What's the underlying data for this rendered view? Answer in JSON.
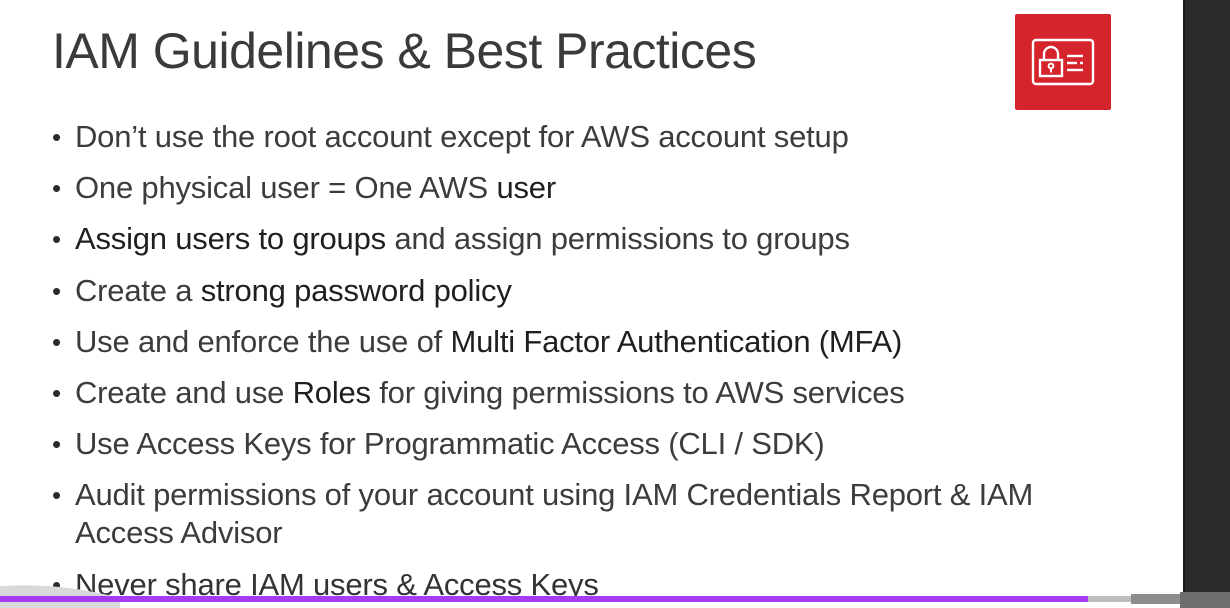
{
  "slide": {
    "title": "IAM Guidelines & Best Practices",
    "logo": {
      "icon": "iam-credentials-icon",
      "color": "#d6242d"
    },
    "bullet_glyph": "•",
    "bullets": [
      {
        "parts": [
          "Don’t use the root account except for AWS account setup"
        ]
      },
      {
        "parts": [
          "One physical user = One AWS ",
          "user"
        ]
      },
      {
        "parts": [
          "Assign users to groups",
          " and assign permissions to groups"
        ]
      },
      {
        "parts": [
          "Create a ",
          "strong password policy"
        ]
      },
      {
        "parts": [
          "Use and enforce the use of ",
          "Multi Factor Authentication (MFA)"
        ]
      },
      {
        "parts": [
          "Create and use ",
          "Roles",
          " for giving permissions to AWS services"
        ]
      },
      {
        "parts": [
          "Use Access Keys for Programmatic Access (CLI / SDK)"
        ]
      },
      {
        "parts": [
          "Audit permissions of your account using IAM Credentials Report & IAM Access Advisor"
        ]
      },
      {
        "parts": [
          "Never share IAM users & Access Keys"
        ]
      }
    ]
  },
  "player": {
    "progress": 0.92,
    "progress_color": "#a33cf2"
  }
}
